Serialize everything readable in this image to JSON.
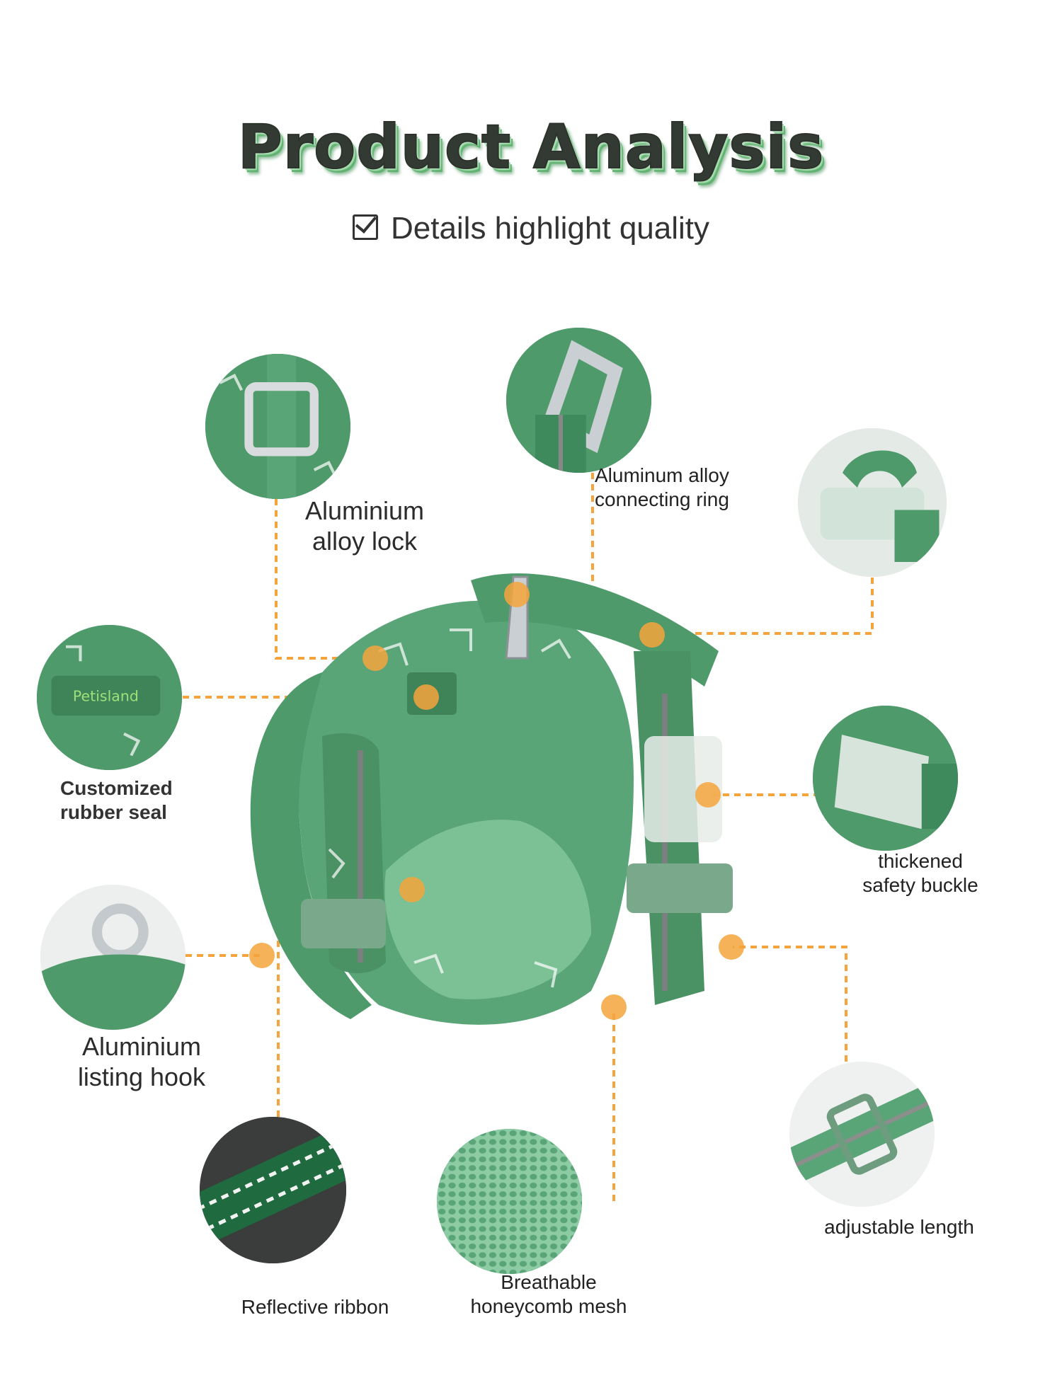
{
  "header": {
    "title": "Product Analysis",
    "subtitle": "Details highlight quality"
  },
  "features": [
    {
      "label": "Aluminium alloy lock",
      "icon": "alloy-lock-icon"
    },
    {
      "label": "Aluminum alloy connecting ring",
      "icon": "connecting-ring-icon"
    },
    {
      "label": "Customized rubber seal",
      "icon": "rubber-seal-icon"
    },
    {
      "label": "thickened safety buckle",
      "icon": "safety-buckle-icon"
    },
    {
      "label": "Aluminium listing hook",
      "icon": "listing-hook-icon"
    },
    {
      "label": "Reflective ribbon",
      "icon": "reflective-ribbon-icon"
    },
    {
      "label": "Breathable honeycomb mesh",
      "icon": "honeycomb-mesh-icon"
    },
    {
      "label": "adjustable length",
      "icon": "adjustable-length-icon"
    }
  ],
  "labels": {
    "lock_l1": "Aluminium",
    "lock_l2": "alloy lock",
    "ring_l1": "Aluminum alloy",
    "ring_l2": "connecting ring",
    "seal_l1": "Customized",
    "seal_l2": "rubber seal",
    "buckle_l1": "thickened",
    "buckle_l2": "safety buckle",
    "hook_l1": "Aluminium",
    "hook_l2": "listing hook",
    "ribbon": "Reflective ribbon",
    "mesh_l1": "Breathable",
    "mesh_l2": "honeycomb mesh",
    "length": "adjustable length"
  },
  "brand": {
    "logo_text": "Petisland"
  },
  "colors": {
    "harness_green": "#4f9a6b",
    "callout_orange": "#f5a43c",
    "text_dark": "#333333"
  }
}
